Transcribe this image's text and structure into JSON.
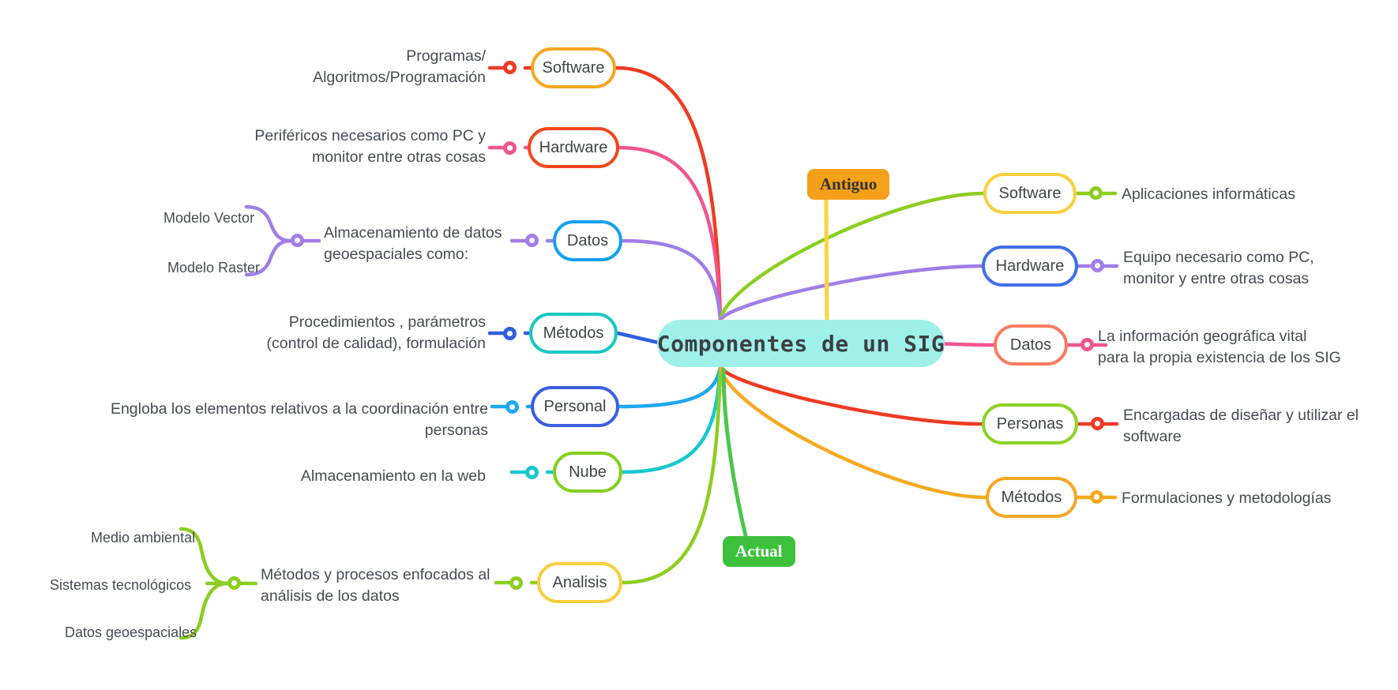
{
  "root": {
    "label": "Componentes de un SIG",
    "fill": "#9ff0e8",
    "text_color": "#3c4043"
  },
  "badges": [
    {
      "label": "Antiguo",
      "bg": "#f5a01a",
      "color": "#333333"
    },
    {
      "label": "Actual",
      "bg": "#3dc13d",
      "color": "#ffffff"
    }
  ],
  "left_branches": [
    {
      "node": "Software",
      "node_border": "#f6a623",
      "branch_color": "#ef3b22",
      "connector_color": "#ef3b22",
      "description": "Programas/\nAlgoritmos/Programación",
      "children": []
    },
    {
      "node": "Hardware",
      "node_border": "#f4461f",
      "branch_color": "#f2548f",
      "connector_color": "#f2548f",
      "description": "Periféricos necesarios como PC y\nmonitor entre otras cosas",
      "children": []
    },
    {
      "node": "Datos",
      "node_border": "#14a0ef",
      "branch_color": "#a17de8",
      "connector_color": "#a17de8",
      "description": "Almacenamiento de datos\ngeoespaciales como:",
      "children": [
        "Modelo Vector",
        "Modelo Raster"
      ]
    },
    {
      "node": "Métodos",
      "node_border": "#17c8c2",
      "branch_color": "#2f5ee0",
      "connector_color": "#2f5ee0",
      "description": "Procedimientos , parámetros\n(control de calidad), formulación",
      "children": []
    },
    {
      "node": "Personal",
      "node_border": "#3a5fe0",
      "branch_color": "#1ea8f0",
      "connector_color": "#1ea8f0",
      "description": "Engloba los elementos relativos a la coordinación entre personas",
      "children": []
    },
    {
      "node": "Nube",
      "node_border": "#84cf20",
      "branch_color": "#16c8cf",
      "connector_color": "#16c8cf",
      "description": "Almacenamiento en la web",
      "children": []
    },
    {
      "node": "Analisis",
      "node_border": "#f8ce3c",
      "branch_color": "#8cce21",
      "connector_color": "#8cce21",
      "description": "Métodos y procesos enfocados al\nanálisis de los datos",
      "children": [
        "Medio ambiental",
        "Sistemas tecnológicos",
        "Datos geoespaciales"
      ]
    }
  ],
  "right_branches": [
    {
      "node": "Software",
      "node_border": "#f9cf3e",
      "branch_color": "#8cce21",
      "connector_color": "#8cce21",
      "description": "Aplicaciones informáticas"
    },
    {
      "node": "Hardware",
      "node_border": "#3f6fe8",
      "branch_color": "#a17de8",
      "connector_color": "#a17de8",
      "description": "Equipo necesario como PC,\nmonitor y entre otras cosas"
    },
    {
      "node": "Datos",
      "node_border": "#f97b5f",
      "branch_color": "#f2548f",
      "connector_color": "#f2548f",
      "description": "La información geográfica vital\npara la propia existencia de los SIG"
    },
    {
      "node": "Personas",
      "node_border": "#8cd424",
      "branch_color": "#ef3b22",
      "connector_color": "#ef3b22",
      "description": "Encargadas de diseñar y utilizar el\nsoftware"
    },
    {
      "node": "Métodos",
      "node_border": "#f5a623",
      "branch_color": "#f7a91e",
      "connector_color": "#f7a91e",
      "description": "Formulaciones y metodologías"
    }
  ]
}
